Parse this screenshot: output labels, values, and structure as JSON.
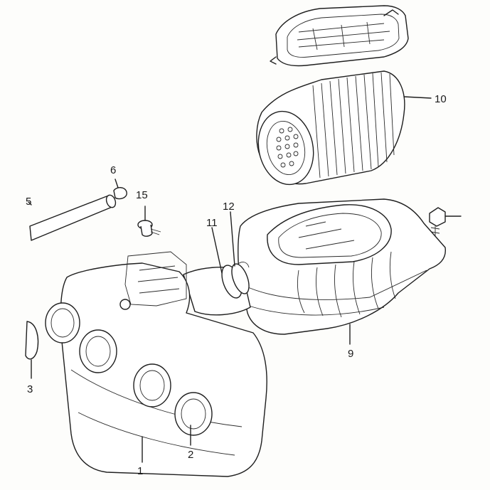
{
  "callouts": {
    "p1": "1",
    "p2": "2",
    "p3": "3",
    "p5": "5",
    "p6": "6",
    "p9": "9",
    "p10": "10",
    "p11": "11",
    "p12": "12",
    "p15": "15"
  },
  "colors": {
    "line": "#1f1f1f",
    "paper": "#fdfdfb"
  }
}
